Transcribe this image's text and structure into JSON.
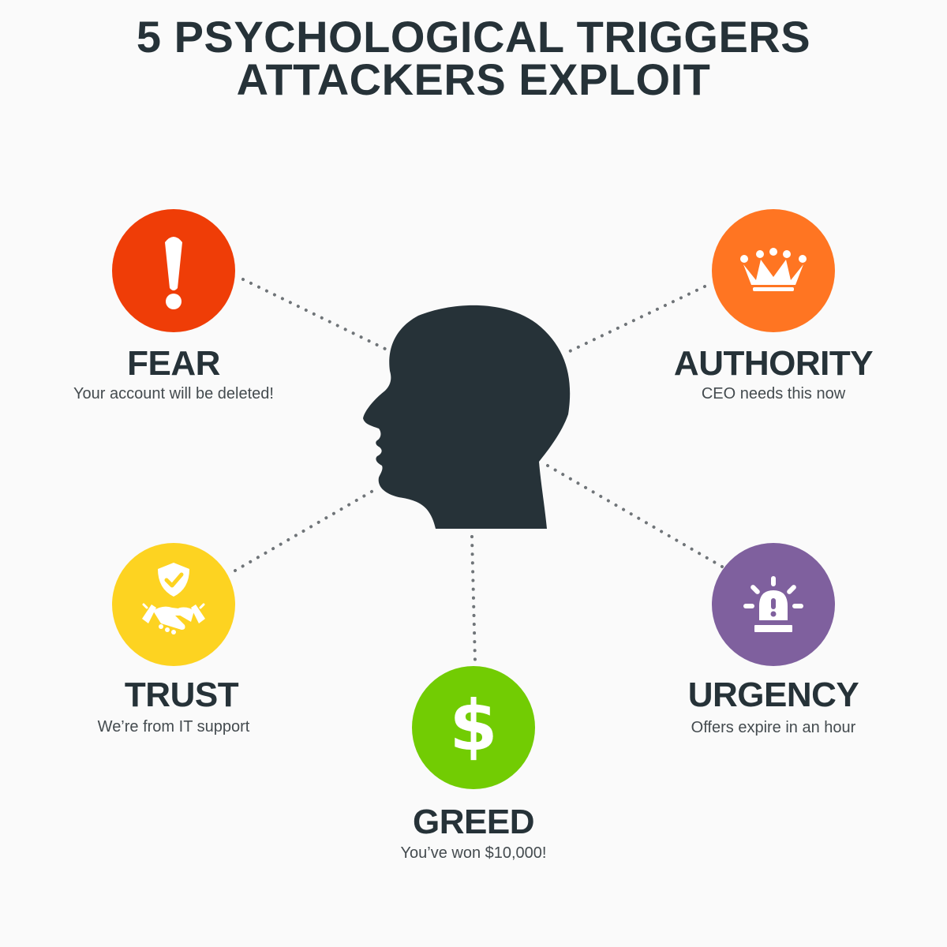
{
  "title": {
    "line1": "5 PSYCHOLOGICAL TRIGGERS",
    "line2": "ATTACKERS EXPLOIT"
  },
  "center": {
    "icon": "human-head-silhouette-icon",
    "color": "#263238"
  },
  "triggers": [
    {
      "id": "fear",
      "label": "FEAR",
      "description": "Your account will be deleted!",
      "color": "#ef3d07",
      "icon": "exclamation-icon"
    },
    {
      "id": "authority",
      "label": "AUTHORITY",
      "description": "CEO needs this now",
      "color": "#ff7522",
      "icon": "crown-icon"
    },
    {
      "id": "trust",
      "label": "TRUST",
      "description": "We’re from IT support",
      "color": "#fdd321",
      "icon": "shield-handshake-icon"
    },
    {
      "id": "urgency",
      "label": "URGENCY",
      "description": "Offers expire in an hour",
      "color": "#7f609e",
      "icon": "siren-alarm-icon"
    },
    {
      "id": "greed",
      "label": "GREED",
      "description": "You’ve won $10,000!",
      "color": "#72cc03",
      "icon": "dollar-icon"
    }
  ],
  "connector_color": "#6f7478"
}
